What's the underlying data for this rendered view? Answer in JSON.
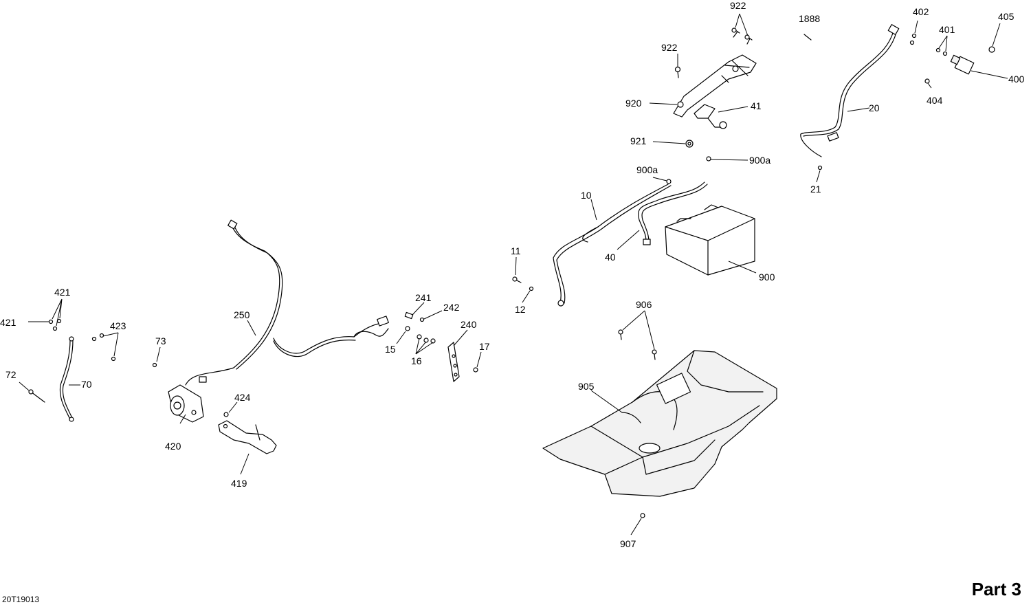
{
  "document": {
    "code": "20T19013",
    "part_label": "Part 3"
  },
  "callouts": [
    {
      "id": "c922a",
      "text": "922"
    },
    {
      "id": "c1888",
      "text": "1888"
    },
    {
      "id": "c402",
      "text": "402"
    },
    {
      "id": "c405",
      "text": "405"
    },
    {
      "id": "c401",
      "text": "401"
    },
    {
      "id": "c922b",
      "text": "922"
    },
    {
      "id": "c400",
      "text": "400"
    },
    {
      "id": "c404",
      "text": "404"
    },
    {
      "id": "c920",
      "text": "920"
    },
    {
      "id": "c41",
      "text": "41"
    },
    {
      "id": "c20",
      "text": "20"
    },
    {
      "id": "c921",
      "text": "921"
    },
    {
      "id": "c900a1",
      "text": "900a"
    },
    {
      "id": "c900a2",
      "text": "900a"
    },
    {
      "id": "c21",
      "text": "21"
    },
    {
      "id": "c10",
      "text": "10"
    },
    {
      "id": "c40",
      "text": "40"
    },
    {
      "id": "c900",
      "text": "900"
    },
    {
      "id": "c11",
      "text": "11"
    },
    {
      "id": "c12",
      "text": "12"
    },
    {
      "id": "c241",
      "text": "241"
    },
    {
      "id": "c242",
      "text": "242"
    },
    {
      "id": "c240",
      "text": "240"
    },
    {
      "id": "c15",
      "text": "15"
    },
    {
      "id": "c16",
      "text": "16"
    },
    {
      "id": "c17",
      "text": "17"
    },
    {
      "id": "c250",
      "text": "250"
    },
    {
      "id": "c421a",
      "text": "421"
    },
    {
      "id": "c421b",
      "text": "421"
    },
    {
      "id": "c423",
      "text": "423"
    },
    {
      "id": "c73",
      "text": "73"
    },
    {
      "id": "c72",
      "text": "72"
    },
    {
      "id": "c70",
      "text": "70"
    },
    {
      "id": "c424",
      "text": "424"
    },
    {
      "id": "c420",
      "text": "420"
    },
    {
      "id": "c419",
      "text": "419"
    },
    {
      "id": "c906",
      "text": "906"
    },
    {
      "id": "c905",
      "text": "905"
    },
    {
      "id": "c907",
      "text": "907"
    }
  ]
}
